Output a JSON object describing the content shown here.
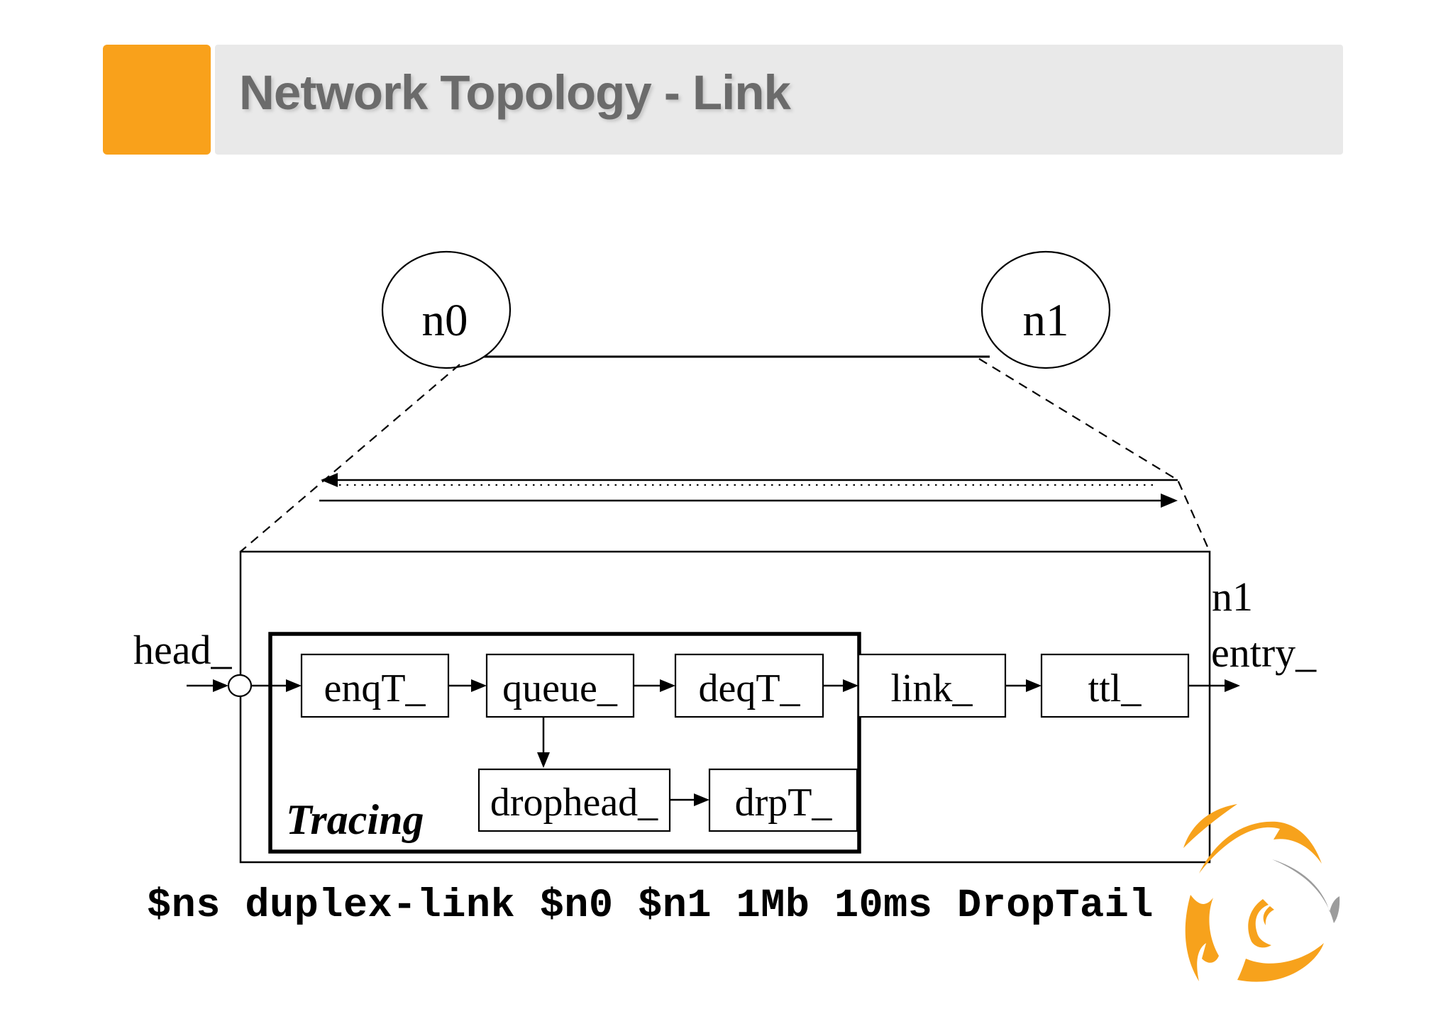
{
  "header": {
    "title": "Network Topology - Link",
    "accent_square_color": "#F9A11B",
    "bar_color": "#E9E9E9",
    "title_color": "#6B6B6B"
  },
  "diagram": {
    "node_n0": "n0",
    "node_n1": "n1",
    "head_label": "head_",
    "entry_line1": "n1",
    "entry_line2": "entry_",
    "tracing_label": "Tracing",
    "boxes": [
      {
        "label": "enqT_"
      },
      {
        "label": "queue_"
      },
      {
        "label": "deqT_"
      },
      {
        "label": "link_"
      },
      {
        "label": "ttl_"
      },
      {
        "label": "drophead_"
      },
      {
        "label": "drpT_"
      }
    ]
  },
  "code_line": "$ns duplex-link $n0 $n1 1Mb 10ms DropTail",
  "logo": {
    "orange": "#F7A21C",
    "gray": "#9C9C9C"
  }
}
